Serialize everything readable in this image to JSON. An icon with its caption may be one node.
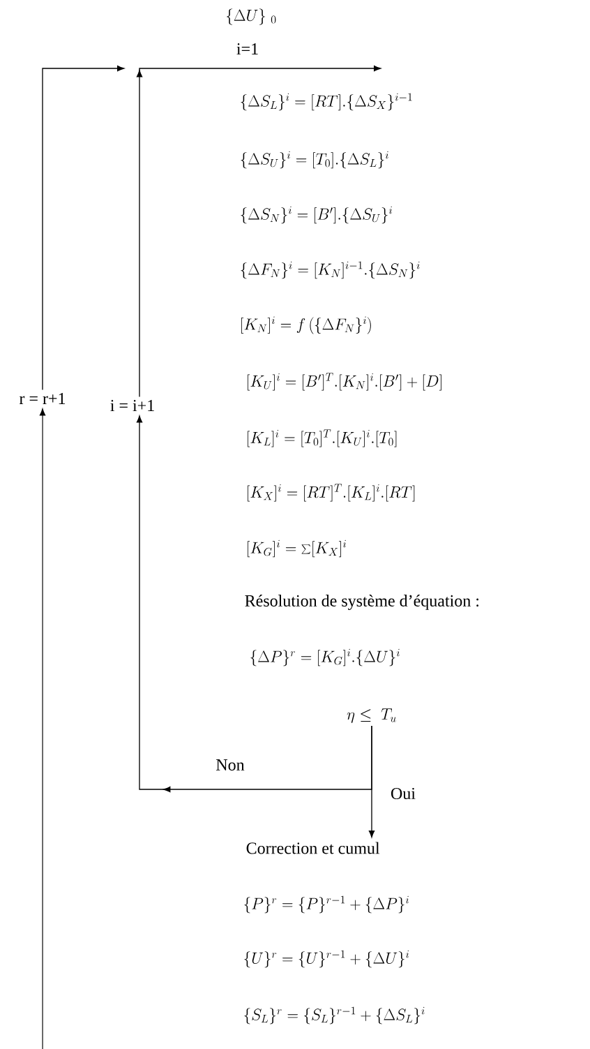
{
  "diagram": {
    "nodes": [
      {
        "text": [
          "r = r+1"
        ]
      },
      {
        "text": [
          "i = i+1"
        ]
      },
      {
        "text": [
          "\\eta \\leq\\; T_u"
        ]
      },
      {
        "text": [
          "Correction et cumul"
        ]
      }
    ],
    "edges": [
      {
        "from": null,
        "to": 0,
        "arrow": "to"
      },
      {
        "from": 0,
        "to": null,
        "arrow": "to"
      },
      {
        "from": 1,
        "to": null,
        "arrow": "to"
      },
      {
        "from": 2,
        "to": 1,
        "arrow": "to",
        "label": "Non"
      },
      {
        "from": 2,
        "to": 3,
        "arrow": "to",
        "label": "Oui"
      }
    ],
    "labels": [
      "\\{\\Delta U\\}\\;_{0}",
      "i=1",
      "\\{\\Delta S_L\\}^i = [RT].\\{\\Delta S_X\\}^{i-1}",
      "\\{\\Delta S_U\\}^i = [T_0].\\{\\Delta S_L\\}^i",
      "\\{\\Delta S_N\\}^i = [B'].\\{\\Delta S_U\\}^i",
      "\\{\\Delta F_N\\}^i = [K_N]^{i-1}.\\{\\Delta S_N\\}^i",
      "[K_N]^i = f\\left(\\{\\Delta F_N\\}^i\\right)",
      "[K_U]^i = [B']^T.[K_N]^i.[B'] + [D]",
      "[K_L]^i = [T_0]^T.[K_U]^i.[T_0]",
      "[K_X]^i = [RT]^T.[K_L]^i.[RT]",
      "[K_G]^i = \\sum [K_X]^i",
      "Résolution de système d’équation :",
      "\\{\\Delta P\\}^r = [K_G]^i.\\{\\Delta U\\}^i",
      "\\{P\\}^r = \\{P\\}^{r-1} + \\{\\Delta P\\}^i",
      "\\{U\\}^r = \\{U\\}^{r-1} + \\{\\Delta U\\}^i",
      "\\{S_L\\}^r = \\{S_L\\}^{r-1} + \\{\\Delta S_L\\}^i"
    ]
  }
}
